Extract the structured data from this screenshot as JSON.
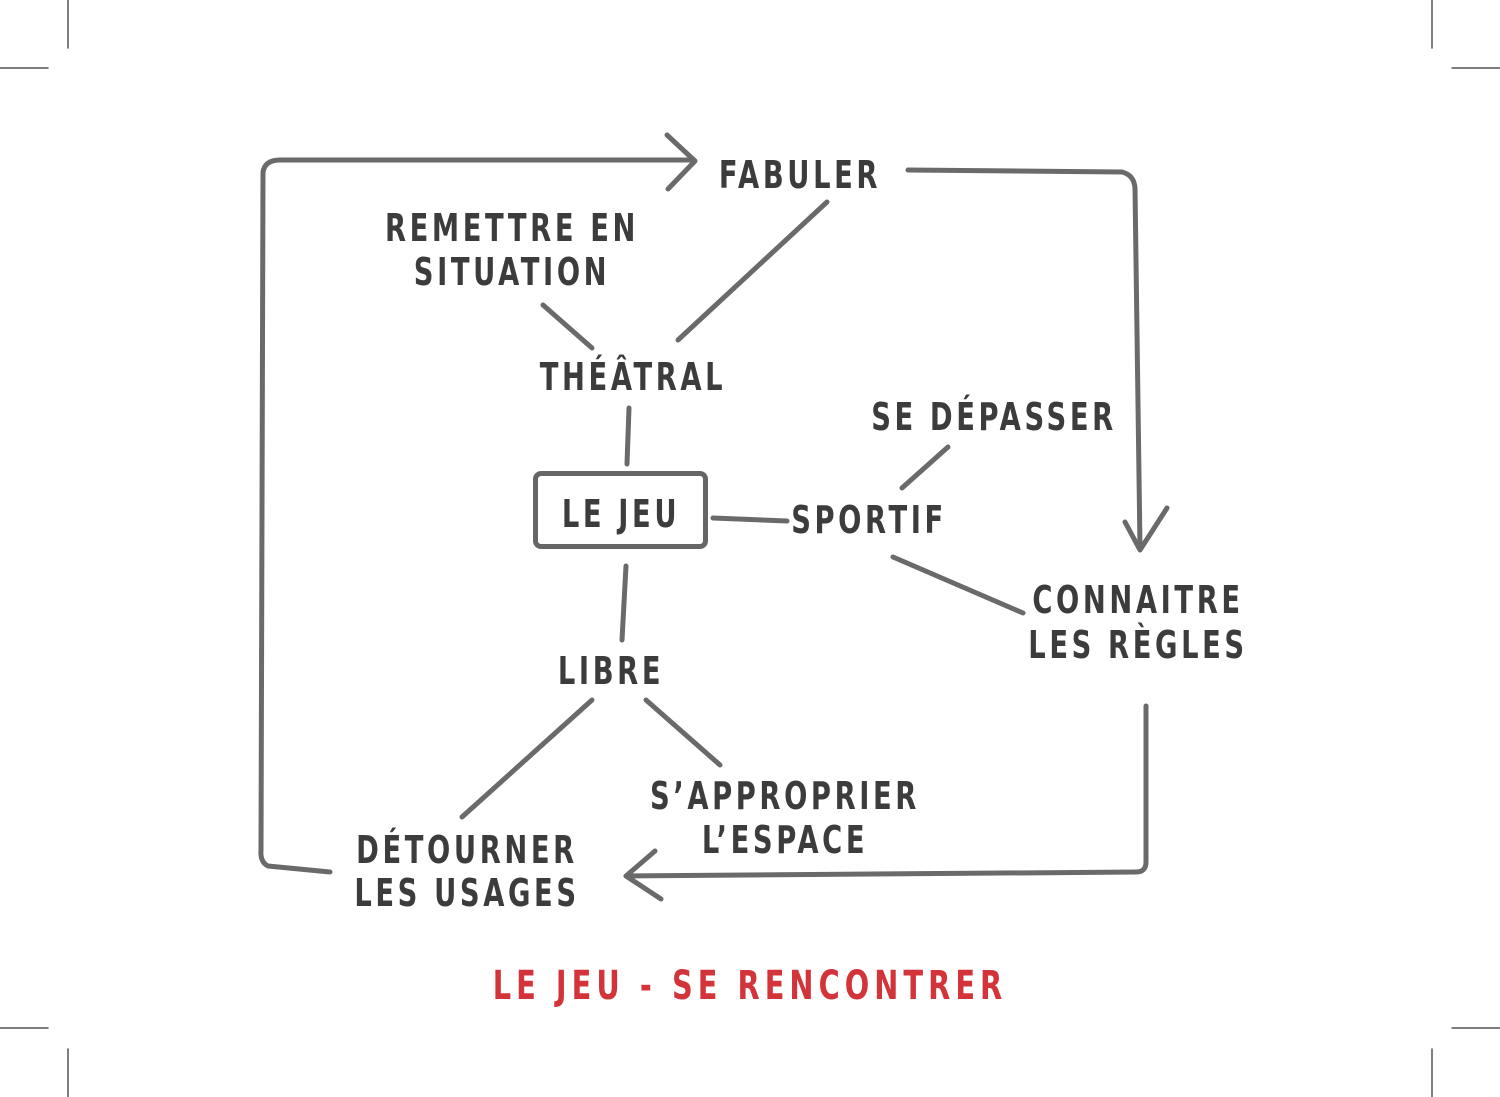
{
  "nodes": {
    "fabuler": "FABULER",
    "remettre_line1": "REMETTRE EN",
    "remettre_line2": "SITUATION",
    "theatral": "THÉÂTRAL",
    "se_depasser": "SE DÉPASSER",
    "le_jeu": "LE JEU",
    "sportif": "SPORTIF",
    "connaitre_line1": "CONNAITRE",
    "connaitre_line2": "LES RÈGLES",
    "libre": "LIBRE",
    "approprier_line1": "S’APPROPRIER",
    "approprier_line2": "L’ESPACE",
    "detourner_line1": "DÉTOURNER",
    "detourner_line2": "LES USAGES"
  },
  "title": "LE JEU - SE RENCONTRER",
  "colors": {
    "text": "#3c3c3c",
    "line": "#666666",
    "title": "#d3343a"
  }
}
